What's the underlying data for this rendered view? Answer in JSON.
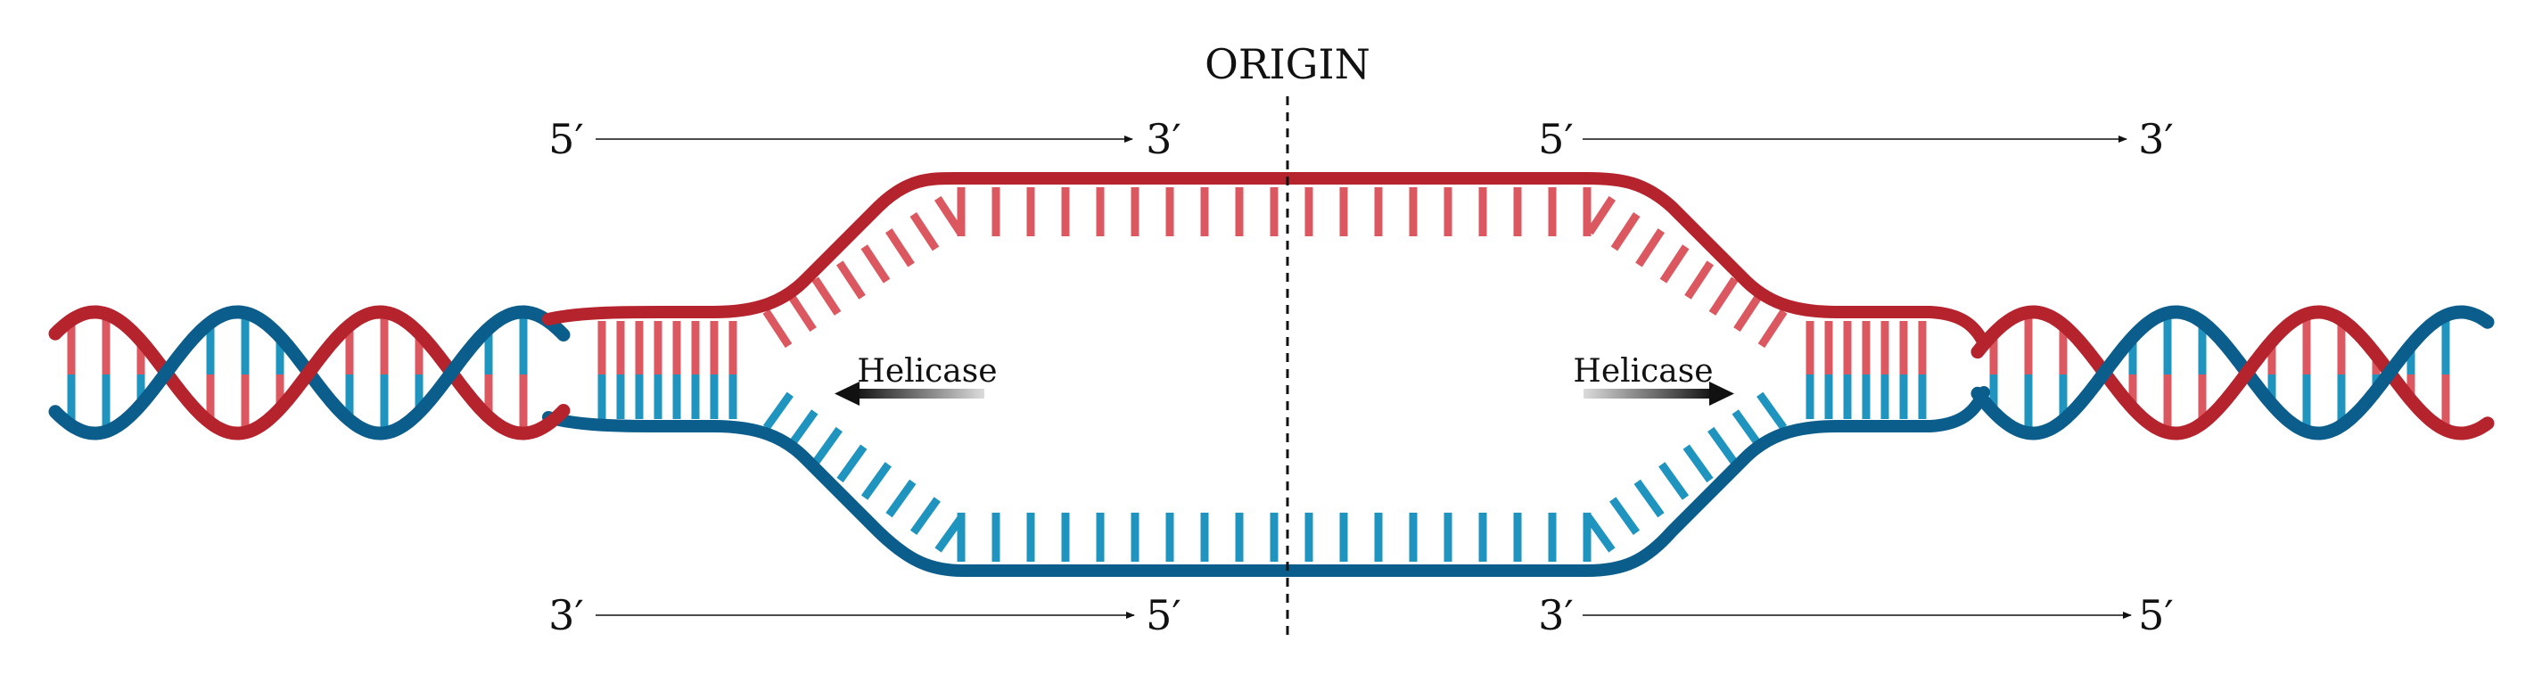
{
  "title": "ORIGIN",
  "colors": {
    "red_strand": "#b5232d",
    "red_rung": "#dc5860",
    "blue_strand": "#0b5d8c",
    "blue_rung": "#1f94bf",
    "text": "#111111"
  },
  "strand_labels": {
    "top_left_start": "5′",
    "top_left_end": "3′",
    "top_right_start": "5′",
    "top_right_end": "3′",
    "bottom_left_start": "3′",
    "bottom_left_end": "5′",
    "bottom_right_start": "3′",
    "bottom_right_end": "5′"
  },
  "enzymes": {
    "left": "Helicase",
    "right": "Helicase"
  }
}
